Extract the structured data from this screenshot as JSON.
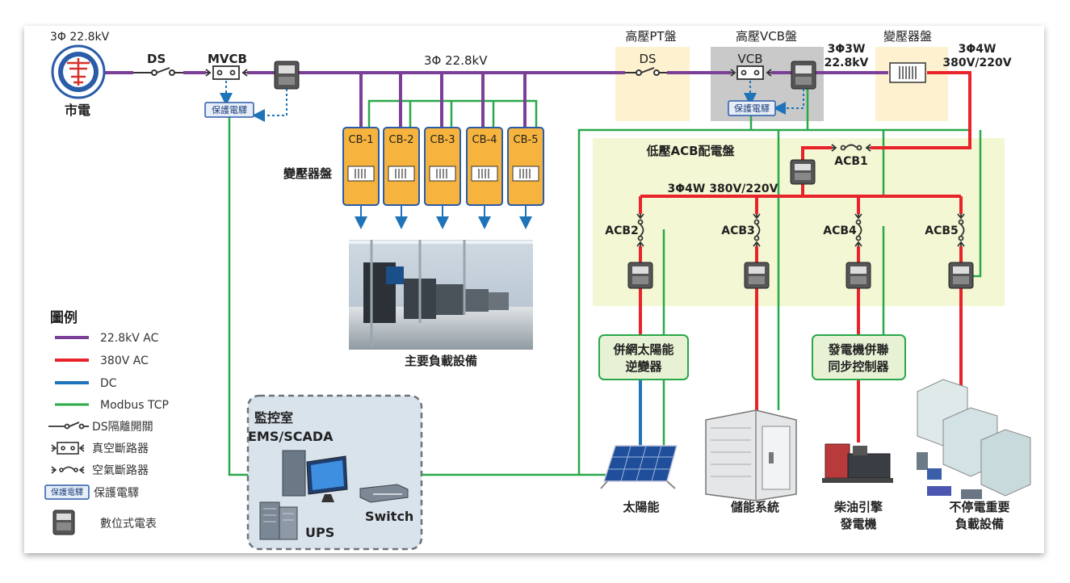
{
  "utility": {
    "phase_label": "3Φ 22.8kV",
    "name": "市電"
  },
  "main_bus": {
    "label": "3Φ 22.8kV",
    "ds": "DS",
    "mvcb": "MVCB"
  },
  "relay_label": "保護電驛",
  "pt_panel": {
    "title": "高壓PT盤",
    "ds": "DS"
  },
  "vcb_panel": {
    "title": "高壓VCB盤",
    "vcb": "VCB",
    "relay": "保護電驛"
  },
  "hv_spec": {
    "line1": "3Φ3W",
    "line2": "22.8kV"
  },
  "main_transformer": {
    "title": "變壓器盤"
  },
  "lv_spec_top": {
    "line1": "3Φ4W",
    "line2": "380V/220V"
  },
  "transformer_group": {
    "label": "變壓器盤",
    "breakers": [
      "CB-1",
      "CB-2",
      "CB-3",
      "CB-4",
      "CB-5"
    ]
  },
  "main_load": {
    "label": "主要負載設備"
  },
  "acb_panel": {
    "title": "低壓ACB配電盤",
    "bus_label": "3Φ4W 380V/220V",
    "acb1": "ACB1",
    "feeders": [
      "ACB2",
      "ACB3",
      "ACB4",
      "ACB5"
    ]
  },
  "inverter": {
    "line1": "併網太陽能",
    "line2": "逆變器"
  },
  "gen_controller": {
    "line1": "發電機併聯",
    "line2": "同步控制器"
  },
  "loads": {
    "solar": "太陽能",
    "storage": "儲能系統",
    "diesel_line1": "柴油引擎",
    "diesel_line2": "發電機",
    "critical_line1": "不停電重要",
    "critical_line2": "負載設備"
  },
  "control_room": {
    "title": "監控室",
    "system": "EMS/SCADA",
    "ups": "UPS",
    "switch": "Switch"
  },
  "legend": {
    "title": "圖例",
    "items": [
      {
        "label": "22.8kV AC",
        "color": "#7b3f98"
      },
      {
        "label": "380V AC",
        "color": "#e8232a"
      },
      {
        "label": "DC",
        "color": "#1f73b8"
      },
      {
        "label": "Modbus TCP",
        "color": "#2aa84a"
      }
    ],
    "ds": "DS隔離開關",
    "vcb": "真空斷路器",
    "acb": "空氣斷路器",
    "relay_badge": "保護電驛",
    "relay": "保護電驛",
    "meter": "數位式電表"
  },
  "colors": {
    "hv": "#7b3f98",
    "lv": "#e8232a",
    "dc": "#1f73b8",
    "modbus": "#2aa84a",
    "panel_yellow": "#fdf1cf",
    "acb_area": "#f4f7d3",
    "vcb_gray": "#c9c9c9",
    "cb_orange": "#f6b33d",
    "box_green": "#e6f2d3",
    "control_blue": "#d9e3ec"
  }
}
